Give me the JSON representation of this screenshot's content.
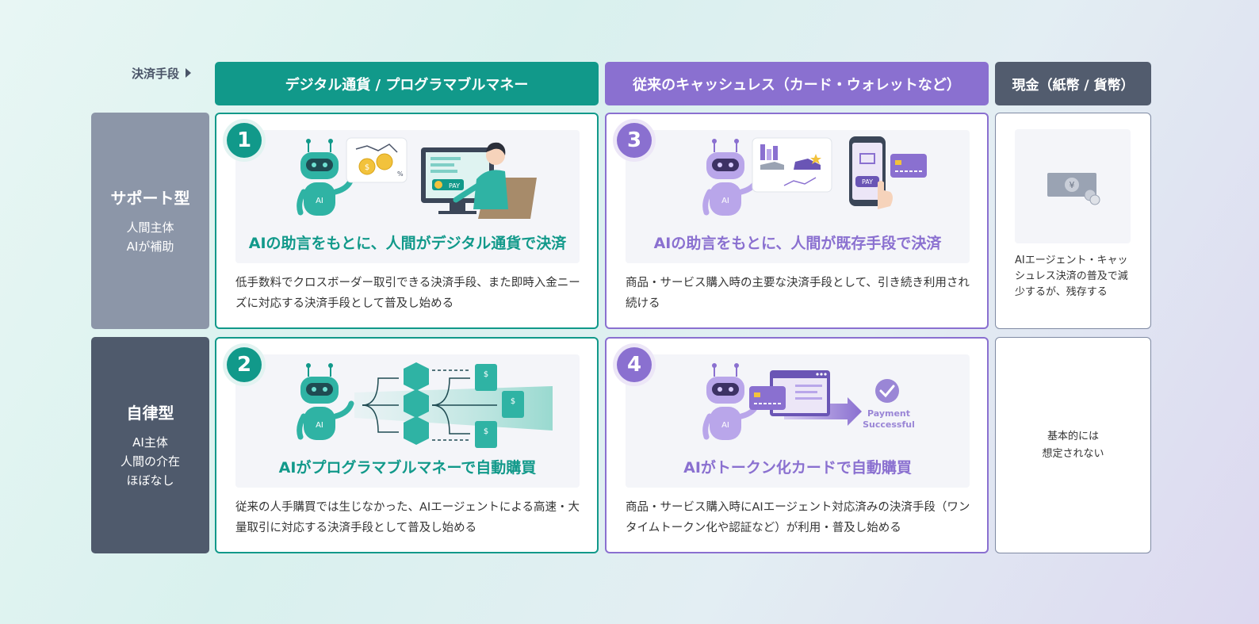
{
  "axis": {
    "label": "決済手段"
  },
  "colors": {
    "teal": "#11998a",
    "purple": "#8a70d0",
    "slate": "#525c6e",
    "row_support": "#8c96a8",
    "row_autonomous": "#4f5a6c"
  },
  "columns": [
    {
      "label": "デジタル通貨 / プログラマブルマネー"
    },
    {
      "label": "従来のキャッシュレス（カード・ウォレットなど）"
    },
    {
      "label": "現金（紙幣 / 貨幣）"
    }
  ],
  "rows": [
    {
      "title": "サポート型",
      "line1": "人間主体",
      "line2": "AIが補助"
    },
    {
      "title": "自律型",
      "line1": "AI主体",
      "line2": "人間の介在",
      "line3": "ほぼなし"
    }
  ],
  "cells": {
    "c1": {
      "number": "1",
      "title": "AIの助言をもとに、人間がデジタル通貨で決済",
      "desc": "低手数料でクロスボーダー取引できる決済手段、また即時入金ニーズに対応する決済手段として普及し始める",
      "robot_label": "AI",
      "pay_label": "PAY",
      "icons": [
        "robot-icon",
        "coin-chart-icon",
        "computer-pay-icon",
        "person-icon"
      ]
    },
    "c2": {
      "number": "2",
      "title": "AIがプログラマブルマネーで自動購買",
      "desc": "従来の人手購買では生じなかった、AIエージェントによる高速・大量取引に対応する決済手段として普及し始める",
      "robot_label": "AI",
      "icons": [
        "robot-icon",
        "box-flow-icon",
        "invoice-icon"
      ]
    },
    "c3": {
      "number": "3",
      "title": "AIの助言をもとに、人間が既存手段で決済",
      "desc": "商品・サービス購入時の主要な決済手段として、引き続き利用され続ける",
      "robot_label": "AI",
      "pay_label": "PAY",
      "icons": [
        "robot-icon",
        "shopping-compare-icon",
        "phone-pay-icon",
        "credit-card-icon"
      ]
    },
    "c4": {
      "number": "4",
      "title": "AIがトークン化カードで自動購買",
      "desc": "商品・サービス購入時にAIエージェント対応済みの決済手段（ワンタイムトークン化や認証など）が利用・普及し始める",
      "robot_label": "AI",
      "payment_line1": "Payment",
      "payment_line2": "Successful",
      "icons": [
        "robot-icon",
        "credit-card-icon",
        "browser-icon",
        "check-icon"
      ]
    },
    "cash_support": {
      "desc": "AIエージェント・キャッシュレス決済の普及で減少するが、残存する",
      "yen_symbol": "¥",
      "icons": [
        "banknote-icon"
      ]
    },
    "cash_autonomous": {
      "line1": "基本的には",
      "line2": "想定されない"
    }
  }
}
